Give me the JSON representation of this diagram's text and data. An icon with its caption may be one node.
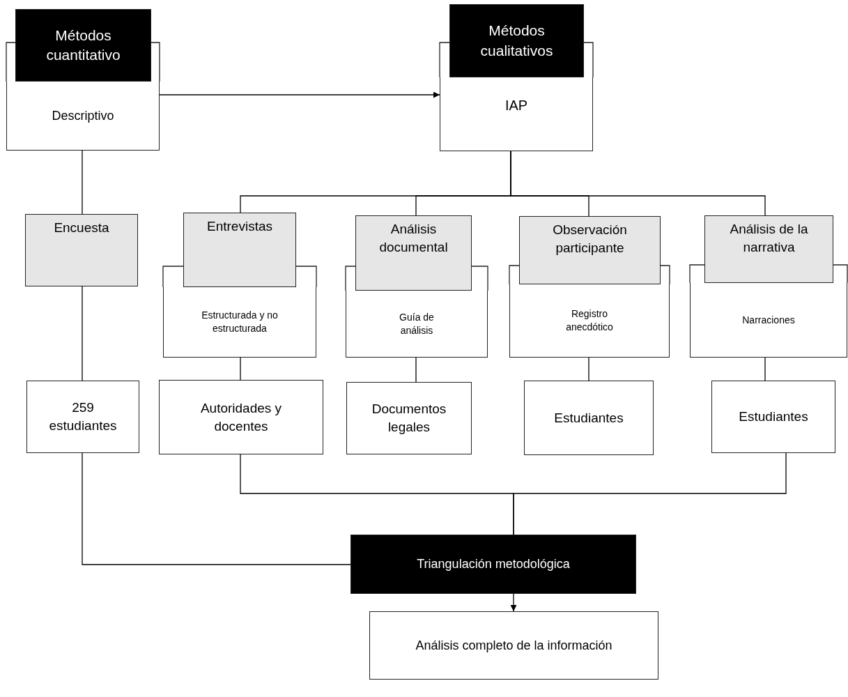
{
  "diagram": {
    "nodes": [
      {
        "text": [
          "Métodos cuantitativo"
        ]
      },
      {
        "text": [
          "Descriptivo"
        ]
      },
      {
        "text": [
          "Métodos cualitativos"
        ]
      },
      {
        "text": [
          "IAP"
        ]
      },
      {
        "text": [
          "Encuesta"
        ]
      },
      {
        "text": [
          "Entrevistas"
        ]
      },
      {
        "text": [
          "Estructurada y no estructurada"
        ]
      },
      {
        "text": [
          "Análisis documental"
        ]
      },
      {
        "text": [
          "Guía de análisis"
        ]
      },
      {
        "text": [
          "Observación participante"
        ]
      },
      {
        "text": [
          "Registro anecdótico"
        ]
      },
      {
        "text": [
          "Análisis de la narrativa"
        ]
      },
      {
        "text": [
          "Narraciones"
        ]
      },
      {
        "text": [
          "259 estudiantes"
        ]
      },
      {
        "text": [
          "Autoridades y docentes"
        ]
      },
      {
        "text": [
          "Documentos legales"
        ]
      },
      {
        "text": [
          "Estudiantes"
        ]
      },
      {
        "text": [
          "Estudiantes"
        ]
      },
      {
        "text": [
          "Triangulación metodológica"
        ]
      },
      {
        "text": [
          "Análisis completo de la información"
        ]
      }
    ],
    "edges": [
      {
        "from": 1,
        "to": 3,
        "arrow": "to"
      },
      {
        "from": 1,
        "to": 4,
        "arrow": "none"
      },
      {
        "from": 3,
        "to": 5,
        "arrow": "none"
      },
      {
        "from": 3,
        "to": 7,
        "arrow": "none"
      },
      {
        "from": 3,
        "to": 9,
        "arrow": "none"
      },
      {
        "from": 3,
        "to": 11,
        "arrow": "none"
      },
      {
        "from": 4,
        "to": 13,
        "arrow": "none"
      },
      {
        "from": 6,
        "to": 14,
        "arrow": "none"
      },
      {
        "from": 8,
        "to": 15,
        "arrow": "none"
      },
      {
        "from": 10,
        "to": 16,
        "arrow": "none"
      },
      {
        "from": 12,
        "to": 17,
        "arrow": "none"
      },
      {
        "from": 13,
        "to": 18,
        "arrow": "none"
      },
      {
        "from": 14,
        "to": 18,
        "arrow": "none"
      },
      {
        "from": 17,
        "to": 18,
        "arrow": "none"
      },
      {
        "from": 18,
        "to": 19,
        "arrow": "to"
      }
    ]
  }
}
